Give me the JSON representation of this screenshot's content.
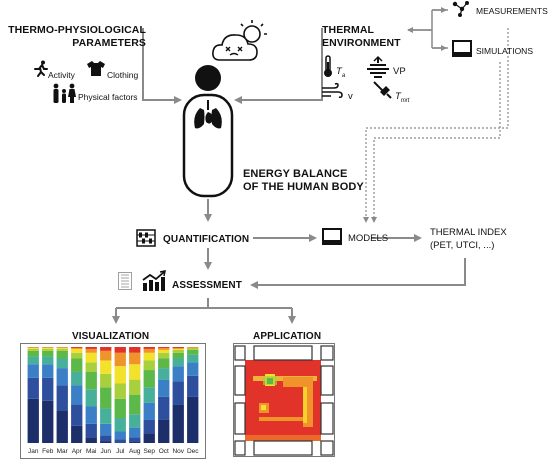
{
  "thermo": {
    "title_line1": "THERMO-PHYSIOLOGICAL",
    "title_line2": "PARAMETERS",
    "activity": "Activity",
    "clothing": "Clothing",
    "physical": "Physical factors"
  },
  "environment": {
    "title_line1": "THERMAL",
    "title_line2": "ENVIRONMENT",
    "ta_main": "T",
    "ta_sub": "a",
    "vp": "VP",
    "v": "v",
    "tmrt_main": "T",
    "tmrt_sub": "mrt"
  },
  "sources": {
    "measurements": "MEASUREMENTS",
    "simulations": "SIMULATIONS"
  },
  "energy": {
    "line1": "ENERGY BALANCE",
    "line2": "OF THE HUMAN BODY"
  },
  "flow": {
    "quantification": "QUANTIFICATION",
    "models": "MODELS",
    "index_line1": "THERMAL INDEX",
    "index_line2": "(PET, UTCI, ...)",
    "assessment": "ASSESSMENT",
    "visualization": "VISUALIZATION",
    "application": "APPLICATION"
  },
  "chart_data": {
    "type": "bar",
    "categories": [
      "Jan",
      "Feb",
      "Mar",
      "Apr",
      "Mai",
      "Jun",
      "Jul",
      "Aug",
      "Sep",
      "Oct",
      "Nov",
      "Dec"
    ],
    "stacked": true,
    "ylim": [
      0,
      100
    ],
    "class_colors": [
      "#1d2f6b",
      "#2e4f9e",
      "#3b7fc6",
      "#47b09a",
      "#5db84a",
      "#a8cf3c",
      "#f2e22c",
      "#f0932a",
      "#e2332b"
    ],
    "series": [
      {
        "values": [
          46,
          44,
          34,
          18,
          6,
          2,
          0,
          1,
          10,
          24,
          40,
          48
        ]
      },
      {
        "values": [
          22,
          24,
          26,
          22,
          14,
          6,
          4,
          5,
          14,
          24,
          24,
          22
        ]
      },
      {
        "values": [
          14,
          14,
          18,
          20,
          18,
          12,
          8,
          10,
          18,
          18,
          16,
          14
        ]
      },
      {
        "values": [
          8,
          8,
          10,
          14,
          18,
          16,
          14,
          14,
          16,
          12,
          8,
          8
        ]
      },
      {
        "values": [
          6,
          6,
          8,
          14,
          18,
          22,
          20,
          20,
          18,
          10,
          6,
          5
        ]
      },
      {
        "values": [
          2,
          2,
          2,
          6,
          10,
          14,
          16,
          16,
          10,
          6,
          3,
          2
        ]
      },
      {
        "values": [
          1,
          1,
          1,
          4,
          10,
          14,
          18,
          16,
          8,
          3,
          1,
          0
        ]
      },
      {
        "values": [
          1,
          1,
          1,
          1,
          4,
          10,
          14,
          12,
          4,
          2,
          1,
          1
        ]
      },
      {
        "values": [
          0,
          0,
          0,
          1,
          2,
          4,
          6,
          6,
          2,
          1,
          1,
          0
        ]
      }
    ]
  }
}
